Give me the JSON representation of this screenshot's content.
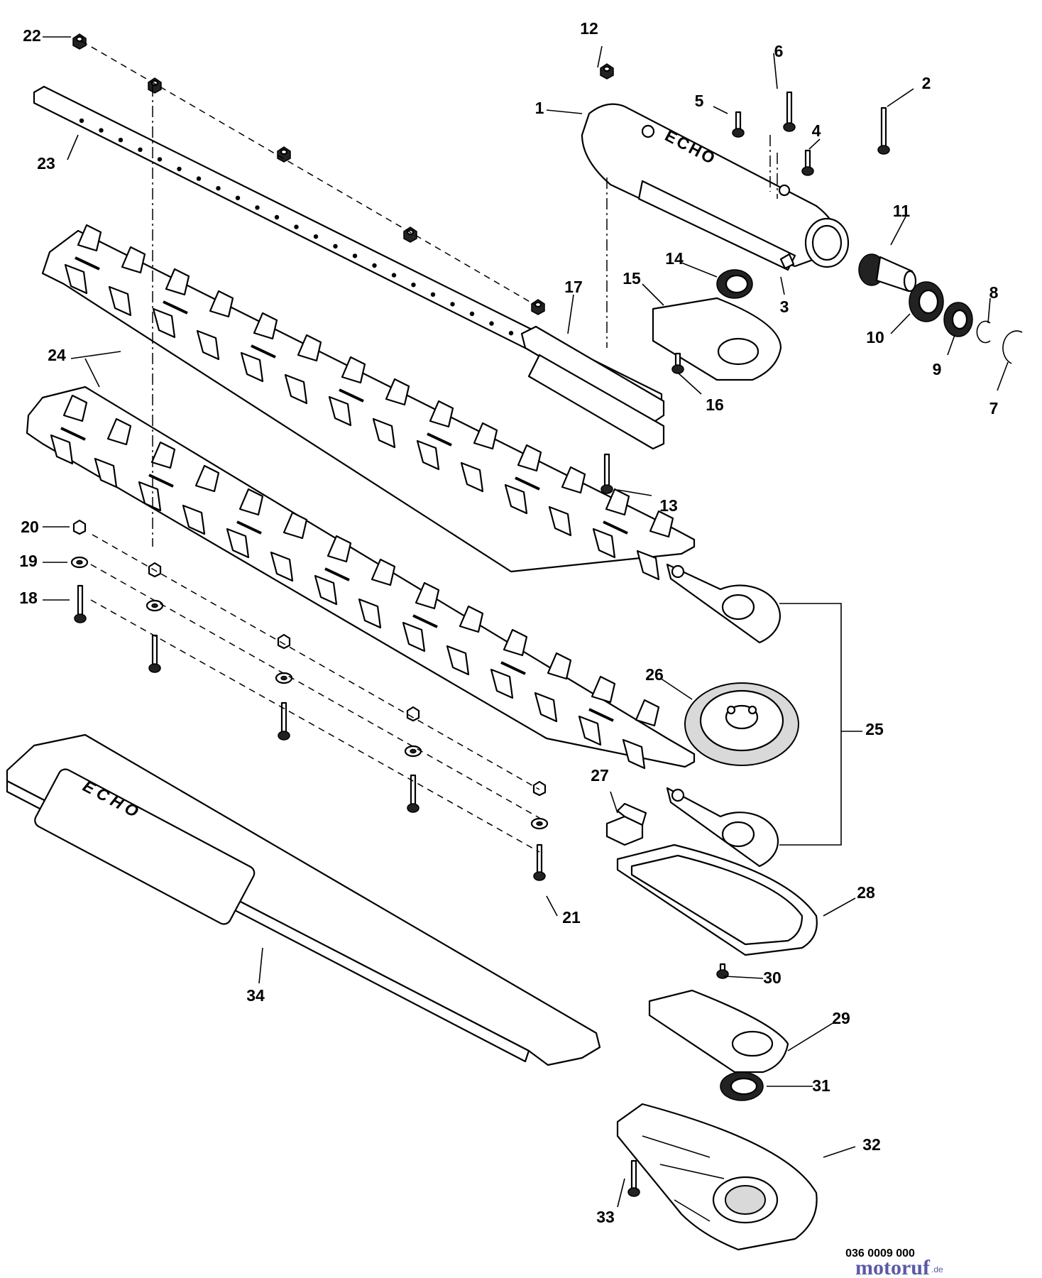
{
  "drawing_code": "036 0009 000",
  "watermark": {
    "brand": "motoruf",
    "suffix": ".de"
  },
  "part_labels": [
    "1",
    "2",
    "3",
    "4",
    "5",
    "6",
    "7",
    "8",
    "9",
    "10",
    "11",
    "12",
    "13",
    "14",
    "15",
    "16",
    "17",
    "18",
    "19",
    "20",
    "21",
    "22",
    "23",
    "24",
    "25",
    "26",
    "27",
    "28",
    "29",
    "30",
    "31",
    "32",
    "33",
    "34"
  ]
}
